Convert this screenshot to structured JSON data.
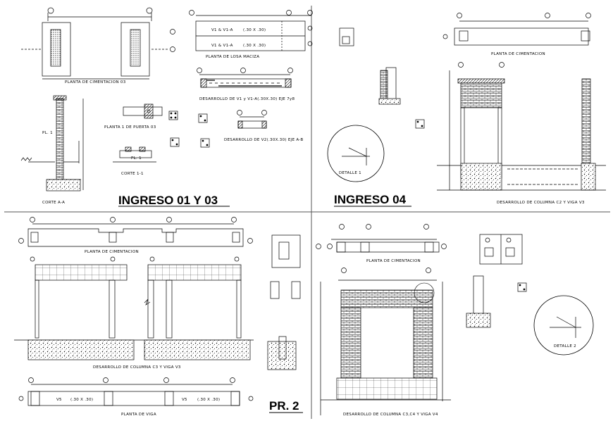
{
  "titles": {
    "q1": "INGRESO 01 Y 03",
    "q2": "INGRESO 04",
    "q3": "PR. 2"
  },
  "labels": {
    "planta_cim_03": "PLANTA DE CIMENTACION 03",
    "planta_losa_maciza": "PLANTA DE LOSA MACIZA",
    "desarrollo_v1": "DESARROLLO DE V1 y V1-A(.30X.30) EJE 7y8",
    "planta_puerta": "PLANTA 1 DE PUERTA 03",
    "corte_11": "CORTE 1-1",
    "desarrollo_v2": "DESARROLLO DE V2(.30X.30) EJE A-B",
    "corte_aa": "CORTE A-A",
    "planta_cim_q2": "PLANTA DE CIMENTACION",
    "detalle_1": "DETALLE 1",
    "desarrollo_c2": "DESARROLLO DE COLUMNA C2 Y VIGA V3",
    "planta_cim_q3": "PLANTA DE CIMENTACION",
    "desarrollo_c3": "DESARROLLO DE COLUMNA C3 Y VIGA V3",
    "planta_viga": "PLANTA DE VIGA",
    "planta_cim_q4": "PLANTA DE CIMENTACION",
    "desarrollo_c3c4": "DESARROLLO DE COLUMNA C3,C4 Y VIGA V4",
    "detalle_2": "DETALLE 2",
    "losa_v1": "V1 & V1-A",
    "losa_dim": "(.30 X .30)",
    "pl1": "PL. 1",
    "v5": "V5",
    "v5_dim": "(.30 X .30)"
  }
}
